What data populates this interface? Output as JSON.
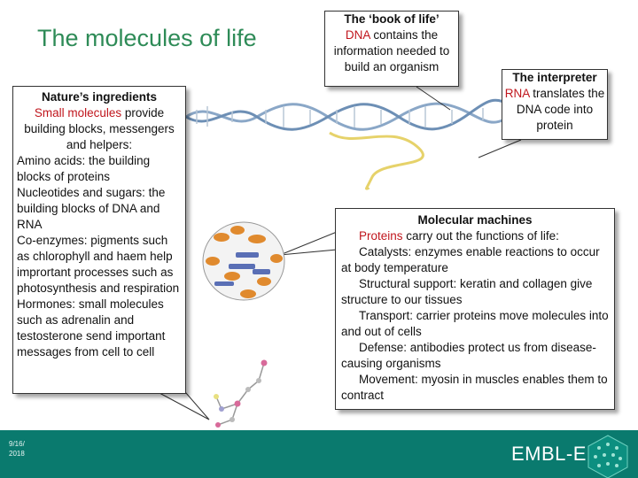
{
  "slide": {
    "title": "The molecules of life"
  },
  "nature": {
    "heading": "Nature’s ingredients",
    "line1_red": "Small molecules",
    "line1_rest": " provide building blocks, messengers and helpers:",
    "items": [
      "Amino acids: the building blocks of proteins",
      "Nucleotides and sugars: the building blocks of DNA and RNA",
      "Co-enzymes: pigments such as chlorophyll and haem help imprortant processes such as photosynthesis and respiration",
      "Hormones: small molecules such as adrenalin and testosterone send important messages from cell to cell"
    ]
  },
  "book": {
    "heading": "The ‘book of life’",
    "red": "DNA",
    "rest": " contains the information needed to build an organism"
  },
  "interpreter": {
    "heading": "The interpreter",
    "red": "RNA",
    "rest": " translates the DNA code into protein"
  },
  "machines": {
    "heading": "Molecular machines",
    "intro_red": "Proteins",
    "intro_rest": " carry out the functions of life:",
    "items": [
      "Catalysts: enzymes enable reactions to occur at body temperature",
      "Structural support: keratin and collagen give structure to our tissues",
      "Transport: carrier proteins move molecules into and out of cells",
      "Defense: antibodies protect us from disease-causing organisms",
      "Movement: myosin in muscles enables them to contract"
    ]
  },
  "footer": {
    "date_line1": "9/16/",
    "date_line2": "2018",
    "logo": "EMBL-EBI"
  },
  "colors": {
    "title_green": "#2e8b57",
    "highlight_red": "#c0161d",
    "footer_teal": "#0a7a6e"
  }
}
